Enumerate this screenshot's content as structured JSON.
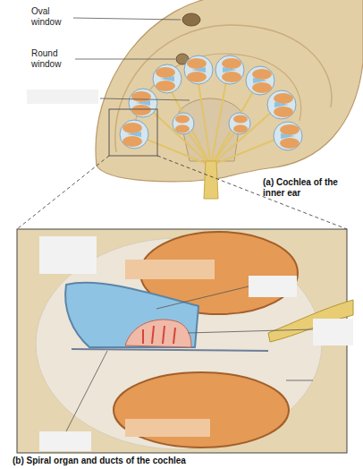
{
  "diagram": {
    "labels": [
      "Oval window",
      "Round window",
      "(a) Cochlea of the inner ear",
      "(b) Spiral organ and ducts of the cochlea"
    ]
  }
}
